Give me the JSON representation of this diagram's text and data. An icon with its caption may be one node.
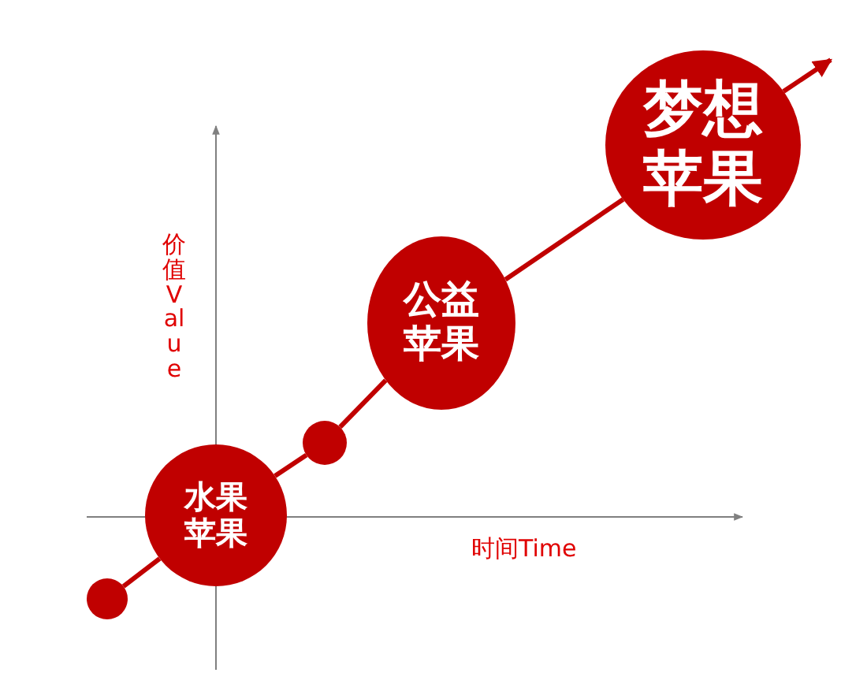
{
  "diagram": {
    "nodes": [
      {
        "text": [],
        "shape": "circle"
      },
      {
        "text": [
          "水果苹果"
        ]
      },
      {
        "text": [],
        "shape": "circle"
      },
      {
        "text": [
          "公益苹果"
        ]
      },
      {
        "text": [
          "梦想苹果"
        ]
      }
    ],
    "edges": [
      {
        "from": 0,
        "to": 1,
        "arrow": "none"
      },
      {
        "from": 1,
        "to": 2,
        "arrow": "none"
      },
      {
        "from": 2,
        "to": 3,
        "arrow": "none"
      },
      {
        "from": 3,
        "to": 4,
        "arrow": "none"
      },
      {
        "from": 4,
        "to": null,
        "arrow": "to"
      }
    ],
    "labels": [
      "价值Value",
      "时间Time"
    ]
  }
}
